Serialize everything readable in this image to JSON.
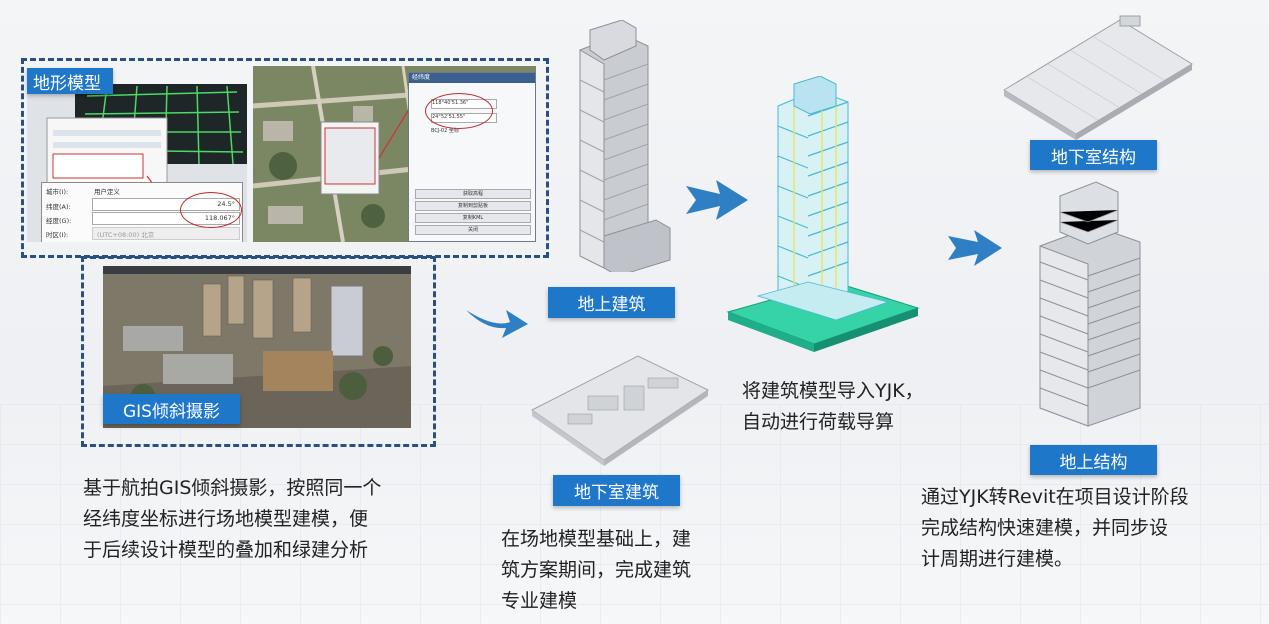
{
  "terrain": {
    "label": "地形模型",
    "dialog1": {
      "city": "城市(I):",
      "city_value": "用户定义",
      "lat_label": "纬度(A):",
      "lat_value": "24.5°",
      "lon_label": "经度(G):",
      "lon_value": "118.067°",
      "tz_label": "时区(I):",
      "tz_value": "(UTC+08:00) 北京"
    },
    "dialog2": {
      "title": "经纬度",
      "lat": "118°40'51.36\"",
      "lon": "24°52'51.55\"",
      "sys": "BCJ-02 坐标",
      "btn1": "获取高程",
      "btn2": "复制到剪贴板",
      "btn3": "复制KML",
      "btn4": "关闭"
    }
  },
  "gis": {
    "label": "GIS倾斜摄影"
  },
  "caption_left": [
    "基于航拍GIS倾斜摄影，按照同一个",
    "经纬度坐标进行场地模型建模，便",
    "于后续设计模型的叠加和绿建分析"
  ],
  "above_arch": {
    "label": "地上建筑"
  },
  "under_arch": {
    "label": "地下室建筑"
  },
  "caption_mid": [
    "在场地模型基础上，建",
    "筑方案期间，完成建筑",
    "专业建模"
  ],
  "caption_yjk": [
    "将建筑模型导入YJK，",
    "自动进行荷载导算"
  ],
  "under_struct": {
    "label": "地下室结构"
  },
  "above_struct": {
    "label": "地上结构"
  },
  "caption_right": [
    "通过YJK转Revit在项目设计阶段",
    "完成结构快速建模，并同步设",
    "计周期进行建模。"
  ],
  "colors": {
    "accent": "#1f77c9",
    "dash": "#2a4f82",
    "arrow": "#2f7fc4"
  }
}
